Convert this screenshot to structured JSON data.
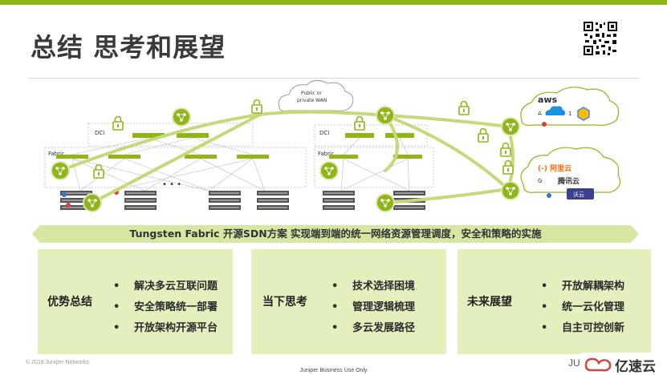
{
  "title": "总结 思考和展望",
  "colors": {
    "accent": "#8fb51a",
    "panel": "#e4efbe",
    "node": "#8fb51a",
    "line": "#c3d97a"
  },
  "diagram": {
    "cloud_label": "Public or private WAN",
    "left_dc": {
      "dci_label": "DCI",
      "fabric_label": "Fabric"
    },
    "right_dc": {
      "dci_label": "DCI",
      "fabric_label": "Fabric"
    },
    "dots": "• • •",
    "public_cloud": {
      "aws": "aws",
      "a_frag": "A",
      "one_frag": "1"
    },
    "china_cloud": {
      "aliyun": "(-) 阿里云",
      "g_frag": "G",
      "tencent": "腾讯云",
      "other": "沃云"
    }
  },
  "banner": "Tungsten Fabric 开源SDN方案 实现端到端的统一网络资源管理调度，安全和策略的实施",
  "panels": [
    {
      "title": "优势总结",
      "items": [
        "解决多云互联问题",
        "安全策略统一部署",
        "开放架构开源平台"
      ]
    },
    {
      "title": "当下思考",
      "items": [
        "技术选择困境",
        "管理逻辑梳理",
        "多云发展路径"
      ]
    },
    {
      "title": "未来展望",
      "items": [
        "开放解耦架构",
        "统一云化管理",
        "自主可控创新"
      ]
    }
  ],
  "footer": {
    "copyright": "© 2018 Juniper Networks",
    "center": "Juniper Business Use Only",
    "brand_frag": "JU",
    "watermark": "亿速云"
  }
}
